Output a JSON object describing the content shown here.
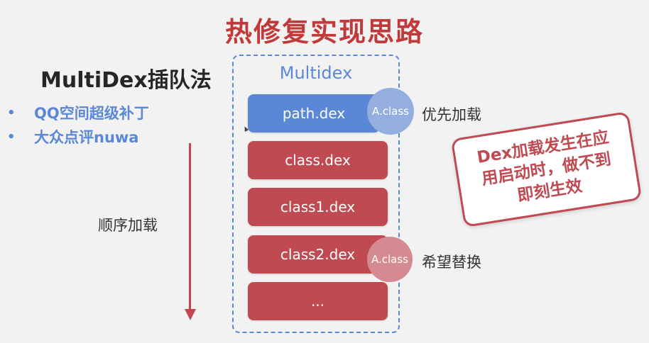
{
  "title": "热修复实现思路",
  "left": {
    "heading": "MultiDex插队法",
    "bullets": [
      {
        "marker": "•",
        "text": "QQ空间超级补丁"
      },
      {
        "marker": "•",
        "text": "大众点评nuwa"
      }
    ],
    "order_label": "顺序加载"
  },
  "container": {
    "title": "Multidex",
    "items": [
      {
        "label": "path.dex",
        "color": "#5b88d6"
      },
      {
        "label": "class.dex",
        "color": "#bf4a52"
      },
      {
        "label": "class1.dex",
        "color": "#bf4a52"
      },
      {
        "label": "class2.dex",
        "color": "#bf4a52"
      },
      {
        "label": "...",
        "color": "#bf4a52"
      }
    ]
  },
  "patch_class": {
    "label": "A.class",
    "note": "优先加载",
    "color": "#93aedf"
  },
  "original_class": {
    "label": "A.class",
    "note": "希望替换",
    "color": "#d58990"
  },
  "callout": {
    "lines": [
      "Dex加载发生在应",
      "用启动时，做不到",
      "即刻生效"
    ]
  }
}
